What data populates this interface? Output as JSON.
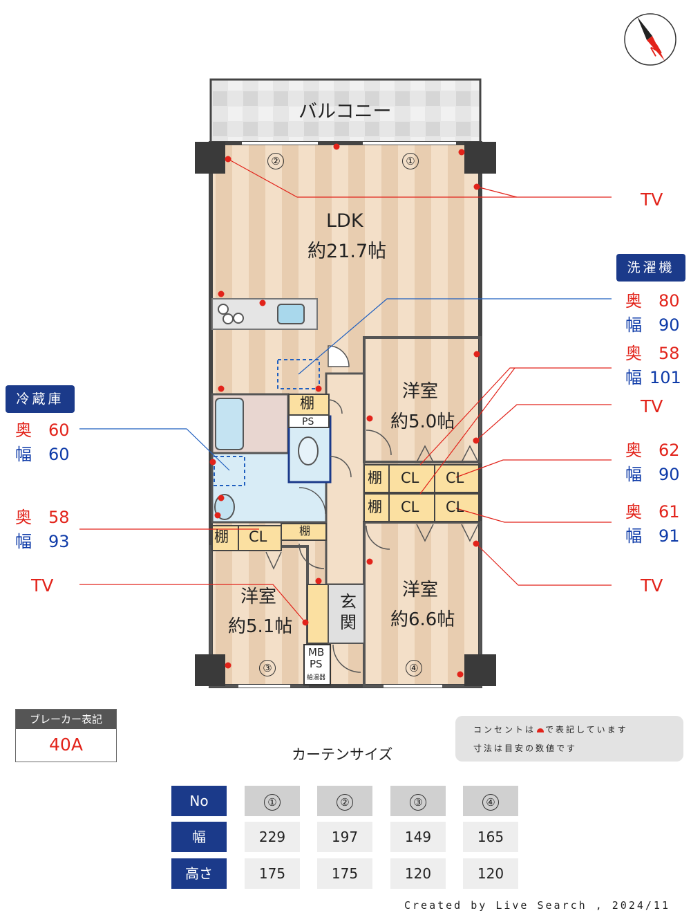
{
  "compass": {
    "label": "N"
  },
  "rooms": {
    "balcony": "バルコニー",
    "ldk_name": "LDK",
    "ldk_size": "約21.7帖",
    "w1_name": "洋室",
    "w1_size": "約5.0帖",
    "w2_name": "洋室",
    "w2_size": "約5.1帖",
    "w3_name": "洋室",
    "w3_size": "約6.6帖",
    "genkan_1": "玄",
    "genkan_2": "関",
    "mbps_1": "MB",
    "mbps_2": "PS",
    "boiler": "給湯器",
    "ps": "PS"
  },
  "storage": {
    "shelf": "棚",
    "closet": "CL"
  },
  "windows": [
    "①",
    "②",
    "③",
    "④"
  ],
  "callouts": {
    "tv": "TV",
    "washer_title": "洗濯機",
    "fridge_title": "冷蔵庫",
    "depth_label": "奥",
    "width_label": "幅",
    "washer": {
      "depth": "80",
      "width": "90"
    },
    "fridge": {
      "depth": "60",
      "width": "60"
    },
    "w1_closet_a": {
      "depth": "58",
      "width": "101"
    },
    "w1_closet_b": {
      "depth": "62",
      "width": "90"
    },
    "w3_closet": {
      "depth": "61",
      "width": "91"
    },
    "w2_closet": {
      "depth": "58",
      "width": "93"
    }
  },
  "breaker": {
    "title": "ブレーカー表記",
    "value": "40A"
  },
  "note": {
    "line1a": "コンセントは",
    "line1b": "で表記しています",
    "line2": "寸法は目安の数値です"
  },
  "curtain": {
    "title": "カーテンサイズ",
    "header_no": "No",
    "row_width": "幅",
    "row_height": "高さ",
    "cols": [
      "①",
      "②",
      "③",
      "④"
    ],
    "widths": [
      "229",
      "197",
      "149",
      "165"
    ],
    "heights": [
      "175",
      "175",
      "120",
      "120"
    ]
  },
  "credit": "Created by Live Search , 2024/11",
  "colors": {
    "navy": "#1b3a8a",
    "red": "#e2231a",
    "blue": "#0d3aa8",
    "floor": "#f0dcc4",
    "wet": "#d8ecf6"
  }
}
